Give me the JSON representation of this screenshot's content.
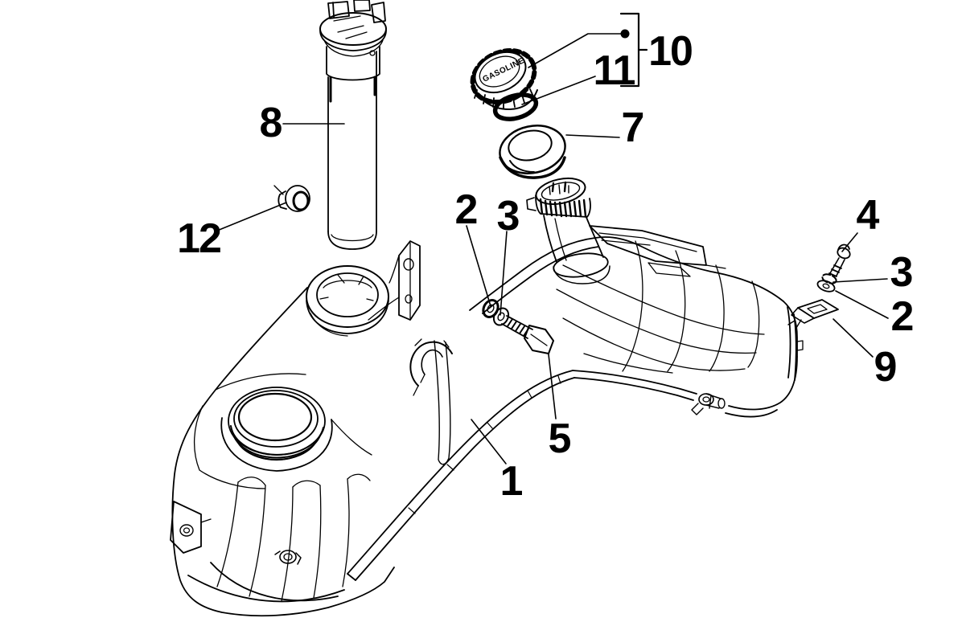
{
  "colors": {
    "background": "#ffffff",
    "line": "#000000",
    "label": "#000000"
  },
  "cap": {
    "text": "GASOLINE"
  },
  "callouts": {
    "c1": {
      "label": "1"
    },
    "c2_mid": {
      "label": "2"
    },
    "c3_mid": {
      "label": "3"
    },
    "c4": {
      "label": "4"
    },
    "c3_right": {
      "label": "3"
    },
    "c2_right": {
      "label": "2"
    },
    "c5": {
      "label": "5"
    },
    "c7": {
      "label": "7"
    },
    "c8": {
      "label": "8"
    },
    "c9": {
      "label": "9"
    },
    "c10": {
      "label": "10"
    },
    "c11": {
      "label": "11"
    },
    "c12": {
      "label": "12"
    }
  }
}
